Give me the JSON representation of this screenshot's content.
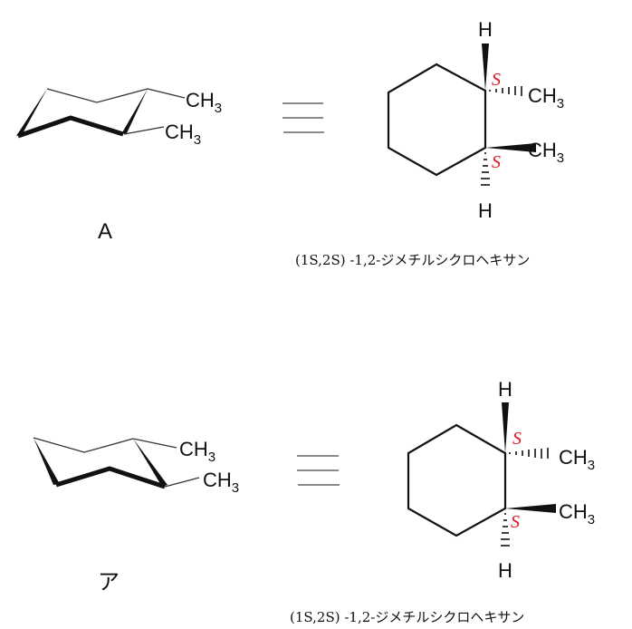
{
  "colors": {
    "stereo_label": "#e0141e",
    "ink": "#111111"
  },
  "molecules": [
    {
      "label": "A",
      "chair_groups": [
        "CH",
        "3",
        "CH",
        "3"
      ],
      "equivalence_symbol": "≡",
      "flat_groups": {
        "h_top": "H",
        "h_bottom": "H",
        "ch3_upper": "CH",
        "ch3_upper_sub": "3",
        "ch3_lower": "CH",
        "ch3_lower_sub": "3"
      },
      "stereo_labels": [
        "S",
        "S"
      ],
      "name": "(1S,2S) -1,2-ジメチルシクロヘキサン"
    },
    {
      "label": "ア",
      "chair_groups": [
        "CH",
        "3",
        "CH",
        "3"
      ],
      "equivalence_symbol": "≡",
      "flat_groups": {
        "h_top": "H",
        "h_bottom": "H",
        "ch3_upper": "CH",
        "ch3_upper_sub": "3",
        "ch3_lower": "CH",
        "ch3_lower_sub": "3"
      },
      "stereo_labels": [
        "S",
        "S"
      ],
      "name": "(1S,2S) -1,2-ジメチルシクロヘキサン"
    }
  ]
}
